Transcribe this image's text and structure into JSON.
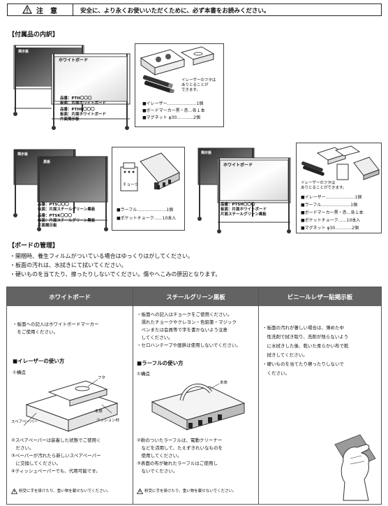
{
  "header": {
    "label": "注　意",
    "text": "安全に、より永くお使いいただくために、必ず本書をお読みください。"
  },
  "accessories": {
    "title": "【付属品の内訳】",
    "set1": {
      "back_board_label": "掲示板",
      "front_board_label": "ホワイトボード",
      "spec1": "品番：PTH〇〇〇",
      "spec2": "板面：片面ホワイトボード",
      "spec3": "品番：PTHK〇〇〇",
      "spec4": "板面：片面ホワイトボード",
      "spec5": "片面掲示板",
      "lid_note_1": "イレーザーのフタは",
      "lid_note_2": "ありとることが",
      "lid_note_3": "できます。",
      "items": [
        "■イレーザー…………………1個",
        "■ボードマーカー黒・赤…各１本",
        "■マグネット φ30…………2個"
      ]
    },
    "set2": {
      "back_board_label": "掲示板",
      "front_board_label": "黒板",
      "spec1": "品番：PTS〇〇〇",
      "spec2": "板面：片面スチールグリーン黒板",
      "spec3": "品番：PTSK〇〇〇",
      "spec4": "板面：片面スチールグリーン黒板",
      "spec5": "片面掲示板",
      "chalk_label": "チョーク",
      "items": [
        "■ラーフル…………………1個",
        "■ポケットチョーク……10本入"
      ]
    },
    "set3": {
      "back_board_label": "掲示板",
      "front_board_label": "ホワイトボード",
      "spec1": "品番：PTSH〇〇〇",
      "spec2": "板面：片面ホワイトボード",
      "spec3": "片面スチールグリーン黒板",
      "lid_note_1": "イレーザーのフタは",
      "lid_note_2": "ありとることができます。",
      "items": [
        "■イレーザー…………………1個",
        "■ラーフル…………………1個",
        "■ボードマーカー黒・赤…各１本",
        "■ポケットチョーク……10本入",
        "■マグネット φ30…………2個"
      ]
    }
  },
  "management": {
    "title": "【ボードの管理】",
    "bullets": [
      "・開梱時、養生フィルムがついている場合はゆっくりはがしてください。",
      "・板面の汚れは、水拭きにて拭いてください。",
      "・硬いものを当てたり、擦ったりしないでください。傷やへこみの原因となります。"
    ]
  },
  "table": {
    "columns": [
      "ホワイトボード",
      "スチールグリーン黒板",
      "ビニールレザー貼掲示板"
    ],
    "whiteboard": {
      "intro": [
        "・板面への記入はホワイトボードマーカー",
        "　をご使用ください。"
      ],
      "eraser_title": "■イレーザーの使い方",
      "structure": "①構造",
      "labels": {
        "lid": "フタ",
        "body": "本体",
        "cushion": "クッション材",
        "spare": "スペアペーパー"
      },
      "steps": [
        "②スペアペーパーは装着した状態でご使用く",
        "　ださい。",
        "③ペーパーが汚れたら新しいスペアペーパー",
        "　に交換してください。",
        "④ティッシュペーパーでも、代用可能です。"
      ],
      "warning": "粉受に手を掛けたり、重い物を載せないでください。"
    },
    "chalkboard": {
      "intro": [
        "・板面への記入はチョークをご使用ください。",
        "　濡れたチョークやクレヨン・色鉛筆・マジック",
        "　ペンまたは会員等で字を書かないよう注意",
        "　してください。",
        "・セロハンテープや画鋲は使用しないでください。"
      ],
      "eraser_title": "■ラーフルの使い方",
      "structure": "①構造",
      "labels": {
        "body": "本体"
      },
      "steps": [
        "②粉のついたラーフルは、電動クリーナー",
        "　などを活用して、たえずきれいなものを",
        "　使用してください。",
        "③表面の布が破れたラーフルはご使用し",
        "　ないでください。"
      ],
      "warning": "粉受に手を掛けたり、重い物を載せないでください。"
    },
    "vinyl": {
      "intro": [
        "・板面の汚れが著しい場合は、薄めた中",
        "　性洗剤で拭き取り、洗剤が残らないよう",
        "　に水拭きした後、乾いた柔らかい布で乾",
        "　拭きしてください。",
        "・硬いものを当てたり擦ったりしないで",
        "　ください。"
      ]
    }
  }
}
